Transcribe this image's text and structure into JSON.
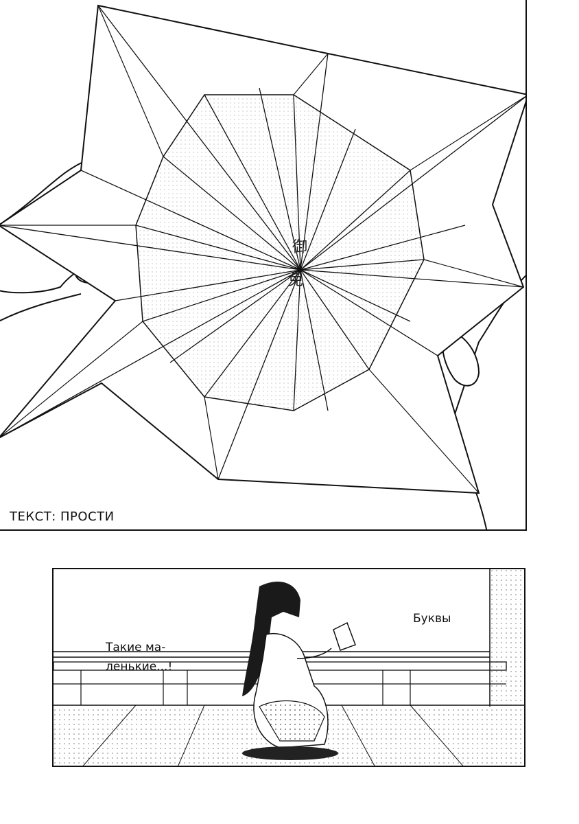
{
  "panels": {
    "top": {
      "caption": "ТЕКСТ: ПРОСТИ",
      "kanji": [
        "御",
        "免"
      ]
    },
    "bottom": {
      "speech": [
        "Такие ма-",
        "ленькие...!"
      ],
      "sfx": "Буквы"
    }
  },
  "colors": {
    "ink": "#111111",
    "paper": "#ffffff",
    "screentone": "#d6d6d6"
  }
}
